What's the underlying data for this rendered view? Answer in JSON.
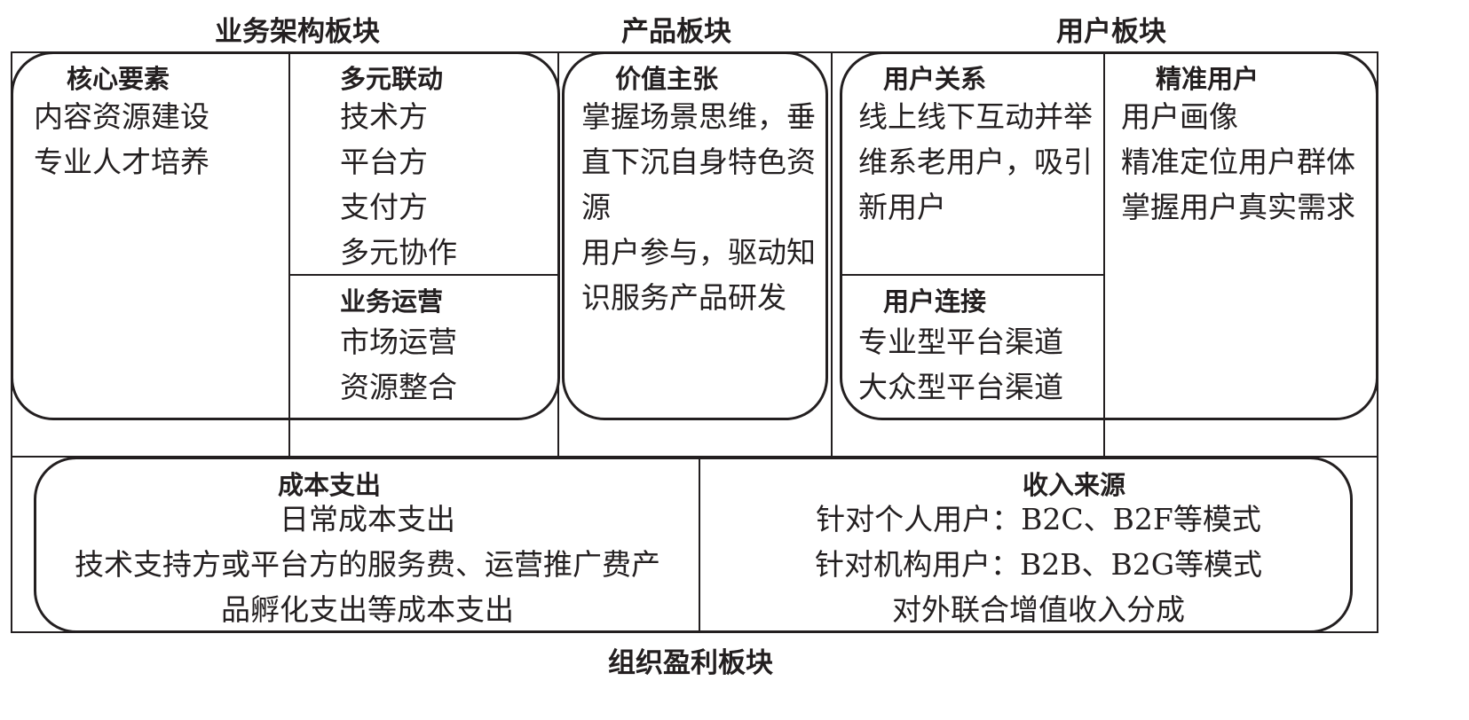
{
  "titles": {
    "business": "业务架构板块",
    "product": "产品板块",
    "user": "用户板块",
    "profit": "组织盈利板块"
  },
  "core": {
    "heading": "核心要素",
    "items": [
      "内容资源建设",
      "专业人才培养"
    ]
  },
  "multi": {
    "heading": "多元联动",
    "items": [
      "技术方",
      "平台方",
      "支付方",
      "多元协作"
    ]
  },
  "ops": {
    "heading": "业务运营",
    "items": [
      "市场运营",
      "资源整合"
    ]
  },
  "value": {
    "heading": "价值主张",
    "items": [
      "掌握场景思维，垂直下沉自身特色资源",
      "用户参与，驱动知识服务产品研发"
    ]
  },
  "relation": {
    "heading": "用户关系",
    "items": [
      "线上线下互动并举",
      "维系老用户，吸引新用户"
    ]
  },
  "connect": {
    "heading": "用户连接",
    "items": [
      "专业型平台渠道",
      "大众型平台渠道"
    ]
  },
  "precise": {
    "heading": "精准用户",
    "items": [
      "用户画像",
      "精准定位用户群体",
      "掌握用户真实需求"
    ]
  },
  "cost": {
    "heading": "成本支出",
    "items": [
      "日常成本支出",
      "技术支持方或平台方的服务费、运营推广费产",
      "品孵化支出等成本支出"
    ]
  },
  "income": {
    "heading": "收入来源",
    "items": [
      "针对个人用户：B2C、B2F等模式",
      "针对机构用户：B2B、B2G等模式",
      "对外联合增值收入分成"
    ]
  }
}
